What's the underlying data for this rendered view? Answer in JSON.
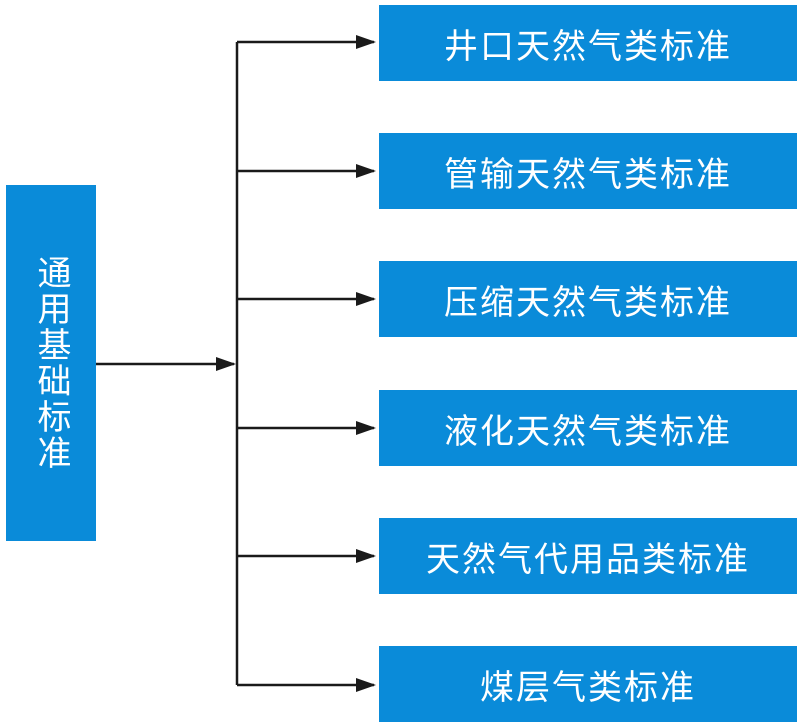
{
  "diagram": {
    "root": {
      "label": "通用基础标准"
    },
    "children": [
      {
        "label": "井口天然气类标准"
      },
      {
        "label": "管输天然气类标准"
      },
      {
        "label": "压缩天然气类标准"
      },
      {
        "label": "液化天然气类标准"
      },
      {
        "label": "天然气代用品类标准"
      },
      {
        "label": "煤层气类标准"
      }
    ],
    "colors": {
      "box_fill": "#0a8bd9",
      "box_text": "#ffffff",
      "connector": "#1a1a1a"
    }
  }
}
